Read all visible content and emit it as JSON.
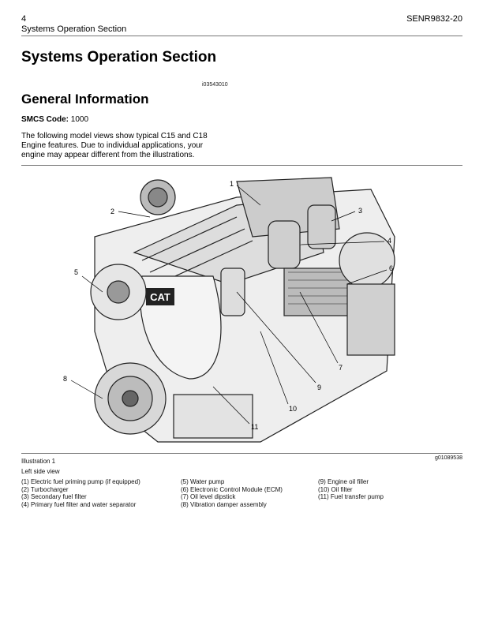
{
  "header": {
    "page_number": "4",
    "section": "Systems Operation Section",
    "doc_id": "SENR9832-20"
  },
  "title": "Systems Operation Section",
  "info_id": "i03543010",
  "subtitle": "General Information",
  "smcs": {
    "label": "SMCS Code:",
    "value": "1000"
  },
  "intro_lines": [
    "The following model views show typical C15 and C18",
    "Engine features. Due to individual applications, your",
    "engine may appear different from the illustrations."
  ],
  "illustration": {
    "label": "Illustration 1",
    "graphic_id": "g01089538",
    "view": "Left side view",
    "logo_text": "CAT",
    "callouts": [
      "1",
      "2",
      "3",
      "4",
      "5",
      "6",
      "7",
      "8",
      "9",
      "10",
      "11"
    ],
    "legend_columns": [
      [
        "(1) Electric fuel priming pump (if equipped)",
        "(2) Turbocharger",
        "(3) Secondary fuel filter",
        "(4) Primary fuel filter and water separator"
      ],
      [
        "(5) Water pump",
        "(6) Electronic Control Module (ECM)",
        "(7) Oil level dipstick",
        "(8) Vibration damper assembly"
      ],
      [
        "(9) Engine oil filler",
        "(10) Oil filter",
        "(11) Fuel transfer pump"
      ]
    ]
  }
}
